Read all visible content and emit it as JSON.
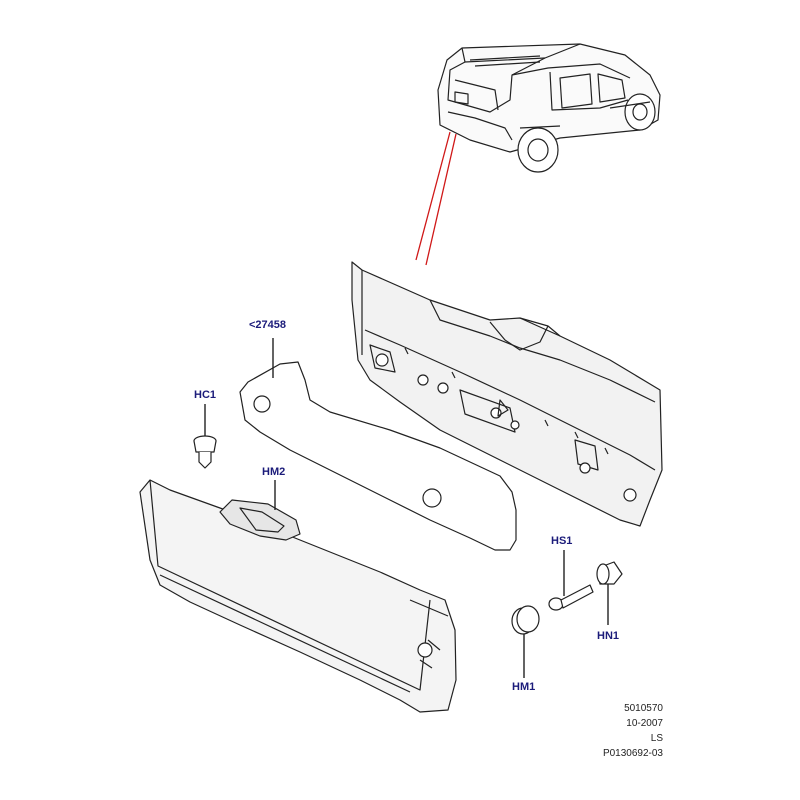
{
  "callouts": {
    "panel_trim": "<27458",
    "clip_hc1": "HC1",
    "handle_hm2": "HM2",
    "screw_hs1": "HS1",
    "nut_hn1": "HN1",
    "cap_hm1": "HM1"
  },
  "stamp": {
    "line1": "5010570",
    "line2": "10-2007",
    "line3": "LS",
    "line4": "P0130692-03"
  },
  "colors": {
    "callout_text": "#1b1b7a",
    "indicator_lines": "#d01818",
    "drawing_stroke": "#222222",
    "panel_fill": "#f2f2f2"
  }
}
